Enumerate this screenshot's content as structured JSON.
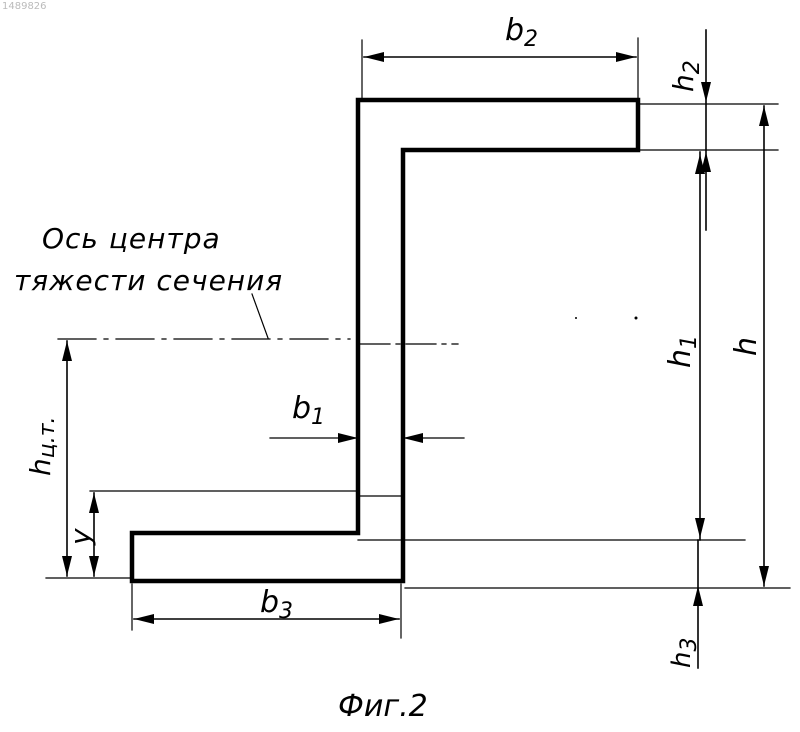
{
  "corner_id": "1489826",
  "labels": {
    "b2": {
      "main": "b",
      "sub": "2"
    },
    "h2": {
      "main": "h",
      "sub": "2"
    },
    "h": "h",
    "h1": {
      "main": "h",
      "sub": "1"
    },
    "b1": {
      "main": "b",
      "sub": "1"
    },
    "h3": {
      "main": "h",
      "sub": "3"
    },
    "b3": {
      "main": "b",
      "sub": "3"
    },
    "y": "y",
    "hct": {
      "main": "h",
      "sub": "ц.т."
    }
  },
  "note": {
    "line1": "Ось центра",
    "line2": "тяжести сечения"
  },
  "caption": "Фиг.2"
}
